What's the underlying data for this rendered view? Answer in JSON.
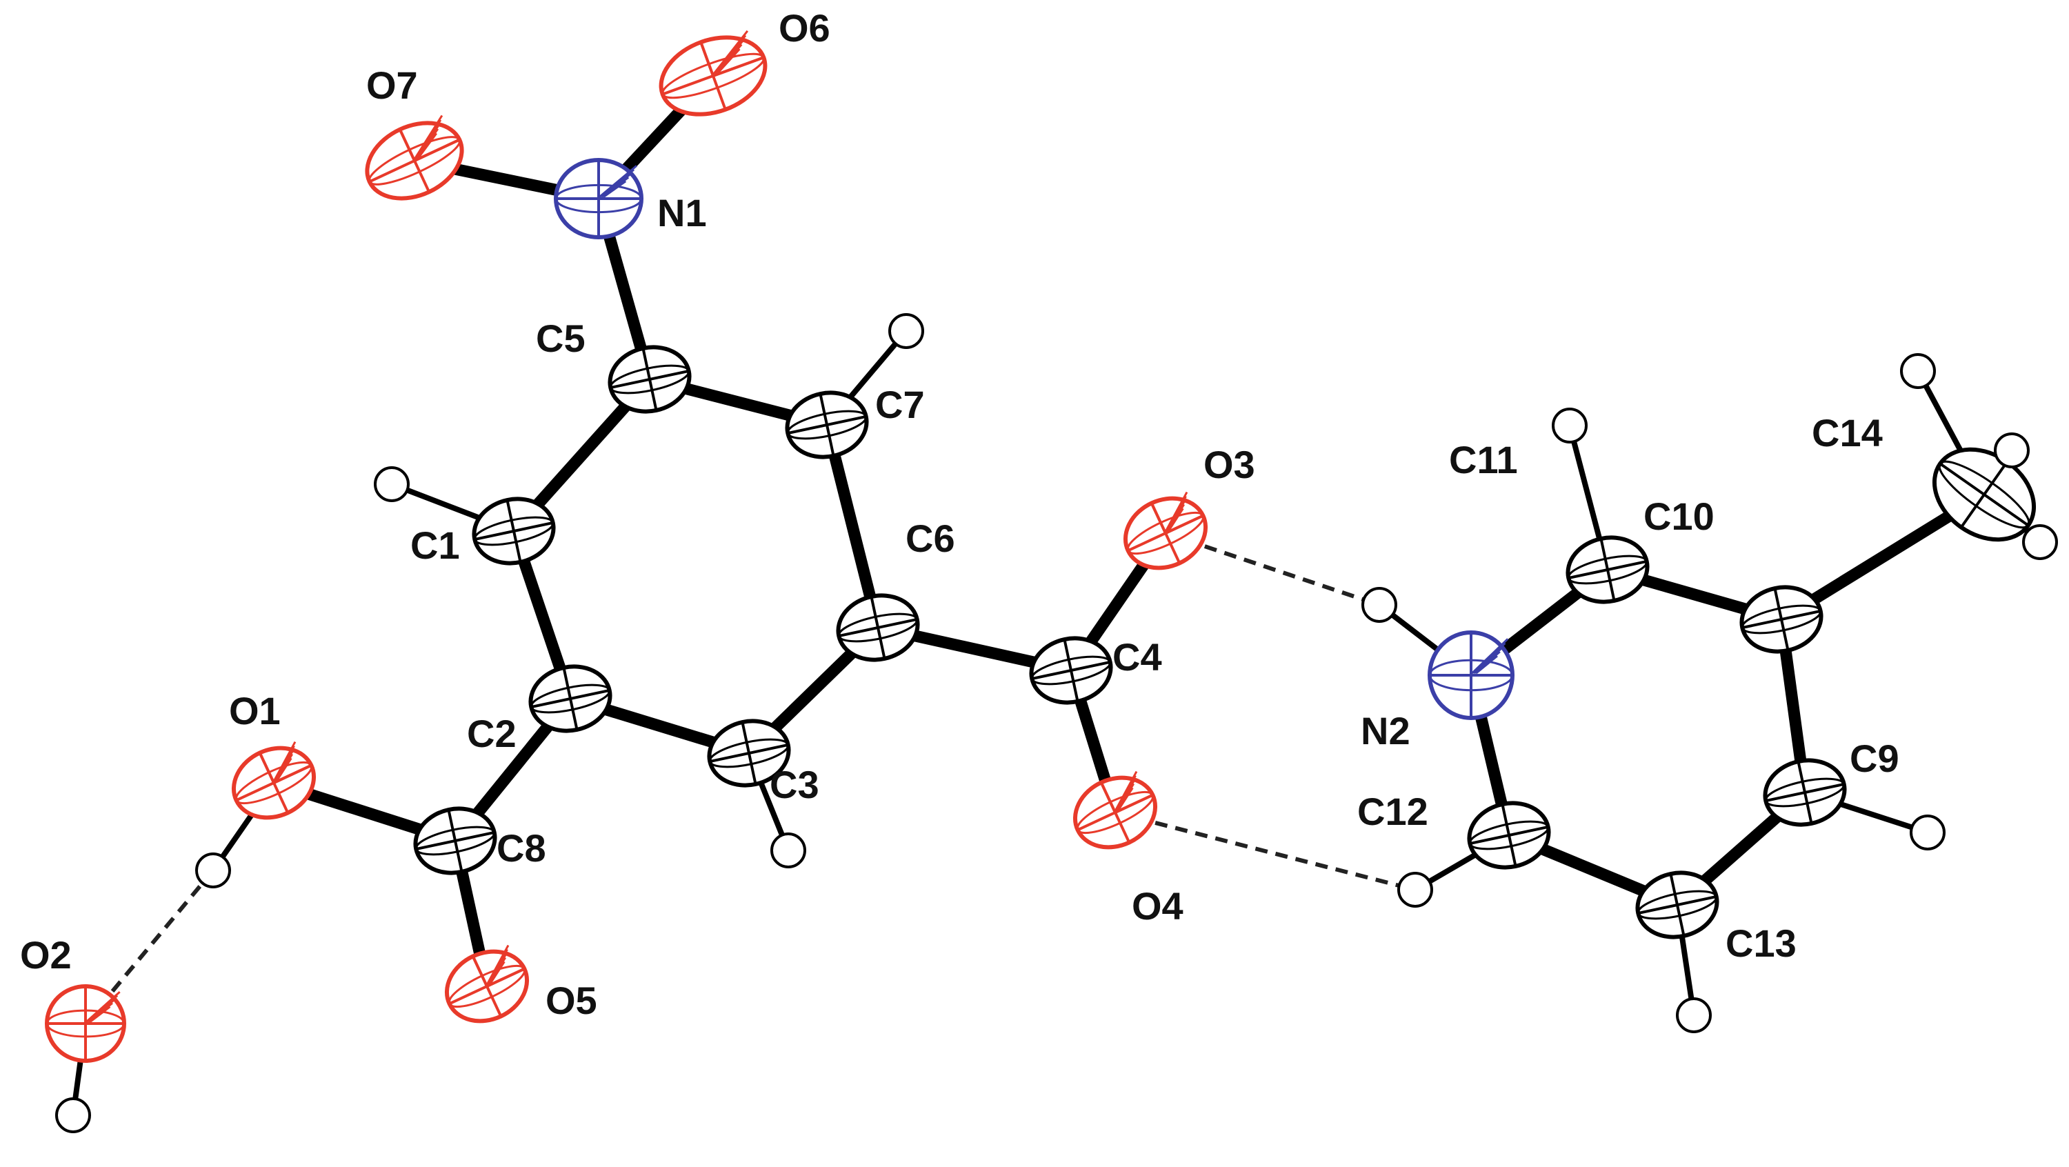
{
  "colors": {
    "carbon_fill": "#ffffff",
    "hydrogen_fill": "#ffffff",
    "oxygen_stroke": "#e83a2a",
    "nitrogen_stroke": "#3b3fa8",
    "bond": "#000000",
    "hbond": "#222222",
    "label": "#111111"
  },
  "atoms": [
    {
      "id": "C1",
      "element": "C",
      "label": "C1"
    },
    {
      "id": "C2",
      "element": "C",
      "label": "C2"
    },
    {
      "id": "C3",
      "element": "C",
      "label": "C3"
    },
    {
      "id": "C4",
      "element": "C",
      "label": "C4"
    },
    {
      "id": "C5",
      "element": "C",
      "label": "C5"
    },
    {
      "id": "C6",
      "element": "C",
      "label": "C6"
    },
    {
      "id": "C7",
      "element": "C",
      "label": "C7"
    },
    {
      "id": "C8",
      "element": "C",
      "label": "C8"
    },
    {
      "id": "C9",
      "element": "C",
      "label": "C9"
    },
    {
      "id": "C10",
      "element": "C",
      "label": "C10"
    },
    {
      "id": "C11",
      "element": "C",
      "label": "C11"
    },
    {
      "id": "C12",
      "element": "C",
      "label": "C12"
    },
    {
      "id": "C13",
      "element": "C",
      "label": "C13"
    },
    {
      "id": "C14",
      "element": "C",
      "label": "C14"
    },
    {
      "id": "N1",
      "element": "N",
      "label": "N1"
    },
    {
      "id": "N2",
      "element": "N",
      "label": "N2"
    },
    {
      "id": "O1",
      "element": "O",
      "label": "O1"
    },
    {
      "id": "O2",
      "element": "O",
      "label": "O2"
    },
    {
      "id": "O3",
      "element": "O",
      "label": "O3"
    },
    {
      "id": "O4",
      "element": "O",
      "label": "O4"
    },
    {
      "id": "O5",
      "element": "O",
      "label": "O5"
    },
    {
      "id": "O6",
      "element": "O",
      "label": "O6"
    },
    {
      "id": "O7",
      "element": "O",
      "label": "O7"
    },
    {
      "id": "H_C1",
      "element": "H",
      "label": ""
    },
    {
      "id": "H_C7",
      "element": "H",
      "label": ""
    },
    {
      "id": "H_C3",
      "element": "H",
      "label": ""
    },
    {
      "id": "H_O1",
      "element": "H",
      "label": ""
    },
    {
      "id": "H_O2",
      "element": "H",
      "label": ""
    },
    {
      "id": "H_N2",
      "element": "H",
      "label": ""
    },
    {
      "id": "H_C11",
      "element": "H",
      "label": ""
    },
    {
      "id": "H_C12",
      "element": "H",
      "label": ""
    },
    {
      "id": "H_C13",
      "element": "H",
      "label": ""
    },
    {
      "id": "H_C9",
      "element": "H",
      "label": ""
    },
    {
      "id": "H_C14a",
      "element": "H",
      "label": ""
    },
    {
      "id": "H_C14b",
      "element": "H",
      "label": ""
    },
    {
      "id": "H_C14c",
      "element": "H",
      "label": ""
    }
  ],
  "bonds": [
    [
      "C1",
      "C5"
    ],
    [
      "C5",
      "C7"
    ],
    [
      "C7",
      "C6"
    ],
    [
      "C6",
      "C3"
    ],
    [
      "C3",
      "C2"
    ],
    [
      "C2",
      "C1"
    ],
    [
      "C5",
      "N1"
    ],
    [
      "N1",
      "O7"
    ],
    [
      "N1",
      "O6"
    ],
    [
      "C6",
      "C4"
    ],
    [
      "C4",
      "O3"
    ],
    [
      "C4",
      "O4"
    ],
    [
      "C2",
      "C8"
    ],
    [
      "C8",
      "O1"
    ],
    [
      "C8",
      "O5"
    ],
    [
      "C1",
      "H_C1"
    ],
    [
      "C7",
      "H_C7"
    ],
    [
      "C3",
      "H_C3"
    ],
    [
      "O1",
      "H_O1"
    ],
    [
      "O2",
      "H_O2"
    ],
    [
      "N2",
      "C11"
    ],
    [
      "C11",
      "C10"
    ],
    [
      "C10",
      "C9"
    ],
    [
      "C9",
      "C13"
    ],
    [
      "C13",
      "C12"
    ],
    [
      "C12",
      "N2"
    ],
    [
      "C10",
      "C14"
    ],
    [
      "N2",
      "H_N2"
    ],
    [
      "C11",
      "H_C11"
    ],
    [
      "C12",
      "H_C12"
    ],
    [
      "C13",
      "H_C13"
    ],
    [
      "C9",
      "H_C9"
    ],
    [
      "C14",
      "H_C14a"
    ],
    [
      "C14",
      "H_C14b"
    ],
    [
      "C14",
      "H_C14c"
    ]
  ],
  "hbonds": [
    [
      "O3",
      "H_N2"
    ],
    [
      "O4",
      "H_C12"
    ],
    [
      "H_O1",
      "O2"
    ]
  ]
}
